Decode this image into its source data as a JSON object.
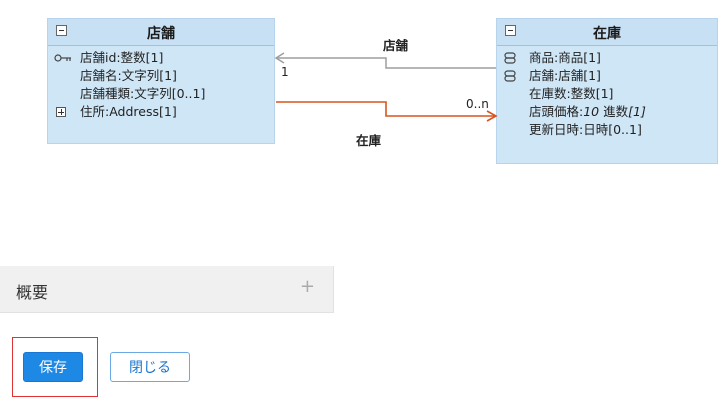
{
  "diagram": {
    "store_class": {
      "title": "店舗",
      "attributes": [
        {
          "text": "店舗id:整数[1]",
          "icon": "key-icon"
        },
        {
          "text": "店舗名:文字列[1]",
          "icon": ""
        },
        {
          "text": "店舗種類:文字列[0..1]",
          "icon": ""
        },
        {
          "text": "住所:Address[1]",
          "icon": "expand-icon"
        }
      ]
    },
    "stock_class": {
      "title": "在庫",
      "attributes": [
        {
          "text": "商品:商品[1]",
          "icon": "link-icon"
        },
        {
          "text": "店舗:店舗[1]",
          "icon": "link-icon"
        },
        {
          "text": "在庫数:整数[1]",
          "icon": ""
        },
        {
          "text_prefix": "店頭価格:",
          "text_italic": "10",
          "text_mid": " 進数",
          "text_italic2": "[1]",
          "icon": ""
        },
        {
          "text": "更新日時:日時[0..1]",
          "icon": ""
        }
      ]
    },
    "assoc_top": {
      "label": "店舗",
      "multiplicity": "1",
      "color": "#9e9e9e"
    },
    "assoc_bottom": {
      "label": "在庫",
      "multiplicity": "0..n",
      "color": "#d9541e"
    }
  },
  "summary_panel": {
    "title": "概要",
    "expand_symbol": "+"
  },
  "actions": {
    "save_label": "保存",
    "close_label": "閉じる"
  },
  "colors": {
    "class_bg": "#cfe6f7",
    "primary": "#1e88e5",
    "focus": "#dd3333"
  }
}
